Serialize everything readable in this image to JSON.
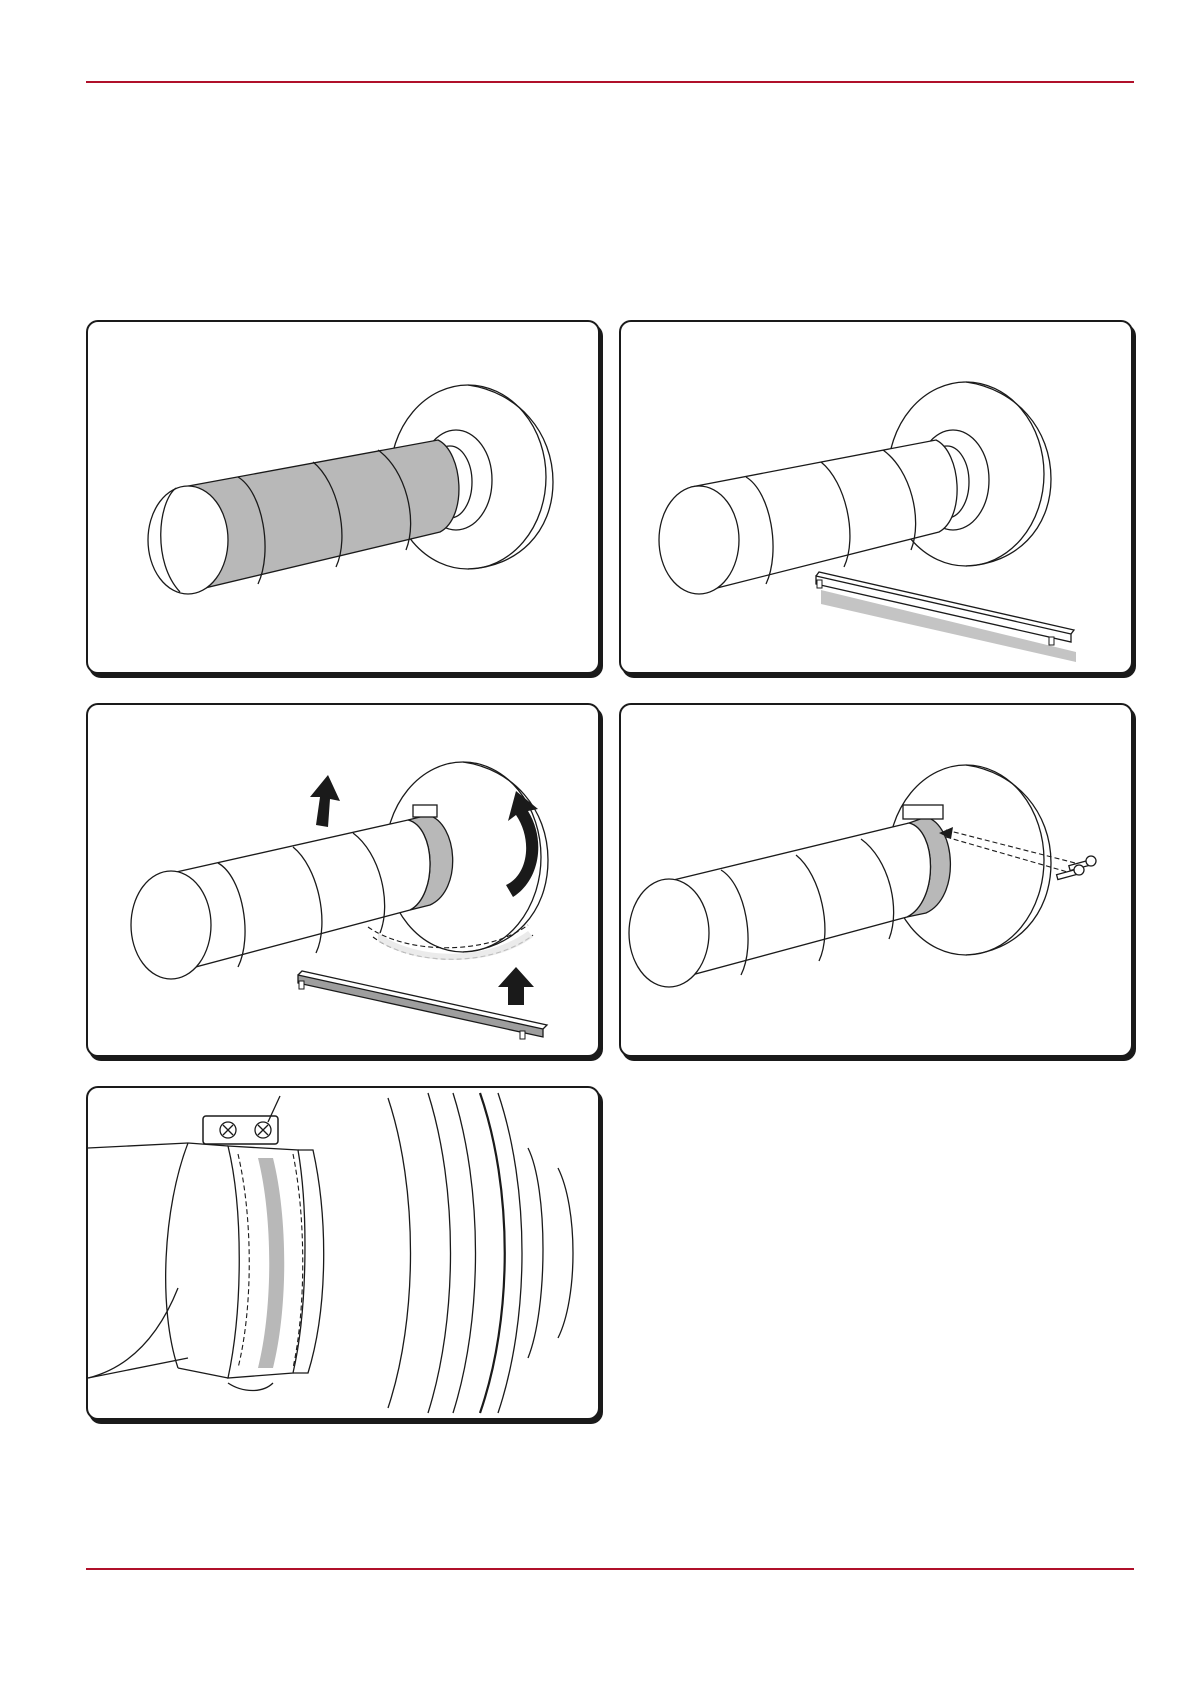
{
  "colors": {
    "accent": "#b0102a",
    "tape": "#b8b8b8",
    "shadow": "#c4c4c4",
    "arrow": "#1a1a1a"
  },
  "figures": [
    {
      "id": "fig-1",
      "icon": "taped-duct-icon"
    },
    {
      "id": "fig-2",
      "icon": "duct-with-bracket-icon"
    },
    {
      "id": "fig-3",
      "icon": "rotate-bracket-icon"
    },
    {
      "id": "fig-4",
      "icon": "insert-screws-icon"
    },
    {
      "id": "fig-5",
      "icon": "clamp-detail-icon"
    }
  ]
}
